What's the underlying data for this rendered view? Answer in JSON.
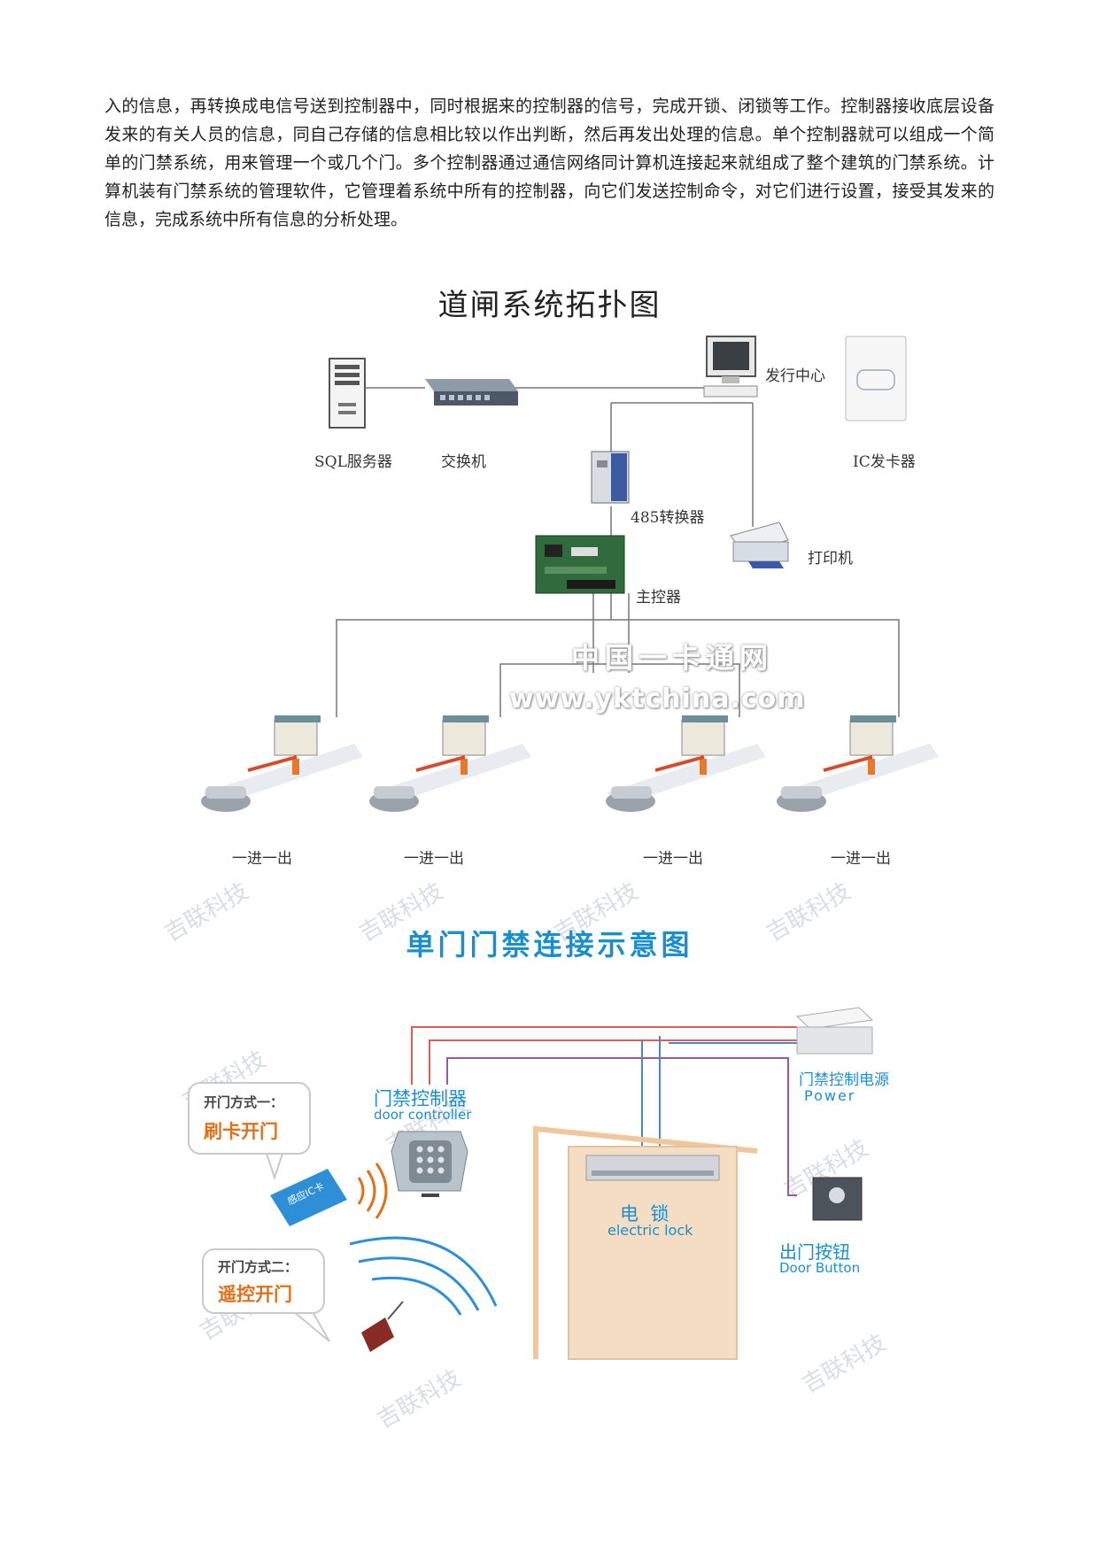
{
  "paragraph": "入的信息，再转换成电信号送到控制器中，同时根据来的控制器的信号，完成开锁、闭锁等工作。控制器接收底层设备发来的有关人员的信息，同自己存储的信息相比较以作出判断，然后再发出处理的信息。单个控制器就可以组成一个简单的门禁系统，用来管理一个或几个门。多个控制器通过通信网络同计算机连接起来就组成了整个建筑的门禁系统。计算机装有门禁系统的管理软件，它管理着系统中所有的控制器，向它们发送控制命令，对它们进行设置，接受其发来的信息，完成系统中所有信息的分析处理。",
  "diagram1": {
    "title": "道闸系统拓扑图",
    "labels": {
      "sql_server": "SQL服务器",
      "switch": "交换机",
      "issue_center": "发行中心",
      "ic_issuer": "IC发卡器",
      "converter": "485转换器",
      "printer": "打印机",
      "main_controller": "主控器"
    },
    "lanes": [
      "一进一出",
      "一进一出",
      "一进一出",
      "一进一出"
    ],
    "watermark_cn": "中国一卡通网",
    "watermark_url": "www.yktchina.com"
  },
  "diagram2": {
    "title": "单门门禁连接示意图",
    "door_controller_cn": "门禁控制器",
    "door_controller_en": "door controller",
    "power_cn": "门禁控制电源",
    "power_en": "Power",
    "lock_cn": "电  锁",
    "lock_en": "electric lock",
    "button_cn": "出门按钮",
    "button_en": "Door Button",
    "method1_small": "开门方式一：",
    "method1_big": "刷卡开门",
    "method2_small": "开门方式二：",
    "method2_big": "遥控开门",
    "card_text": "感应IC卡",
    "watermark": "吉联科技"
  },
  "colors": {
    "accent_blue": "#1a8fd0",
    "accent_orange": "#e0701a",
    "door_fill": "#f5ddc4",
    "wire_red": "#e05a5a",
    "wire_blue": "#4a86c8",
    "wire_purple": "#9a5a9a"
  }
}
